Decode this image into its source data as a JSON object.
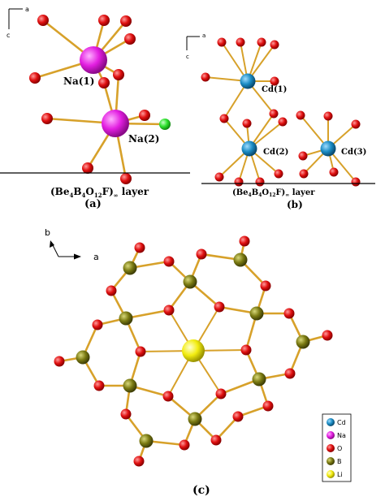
{
  "panel_a": {
    "axis_a": "a",
    "axis_c": "c",
    "atom_na1": "Na(1)",
    "atom_na2": "Na(2)",
    "layer_prefix": "(Be",
    "layer_sub1": "4",
    "layer_mid1": "B",
    "layer_sub2": "4",
    "layer_mid2": "O",
    "layer_sub3": "12",
    "layer_mid3": "F)",
    "layer_sub4": "∞",
    "layer_suffix": " layer",
    "caption": "(a)"
  },
  "panel_b": {
    "axis_a": "a",
    "axis_c": "c",
    "atom_cd1": "Cd(1)",
    "atom_cd2": "Cd(2)",
    "atom_cd3": "Cd(3)",
    "layer_prefix": "(Be",
    "layer_sub1": "4",
    "layer_mid1": "B",
    "layer_sub2": "4",
    "layer_mid2": "O",
    "layer_sub3": "12",
    "layer_mid3": "F)",
    "layer_sub4": "∞",
    "layer_suffix": " layer",
    "caption": "(b)"
  },
  "panel_c": {
    "axis_b": "b",
    "axis_a": "a",
    "caption": "(c)"
  },
  "legend": {
    "items": [
      {
        "label": "Cd",
        "color": "#1b8cc4"
      },
      {
        "label": "Na",
        "color": "#e21ee0"
      },
      {
        "label": "O",
        "color": "#e01010"
      },
      {
        "label": "B",
        "color": "#7a7a12"
      },
      {
        "label": "Li",
        "color": "#f2ec10"
      }
    ]
  },
  "colors": {
    "bond": "#d7a12a",
    "oxygen": "#e01010",
    "sodium": "#e21ee0",
    "cadmium": "#1b8cc4",
    "fluorine": "#2ee22e",
    "boron": "#7a7a12",
    "lithium": "#f2ec10"
  }
}
